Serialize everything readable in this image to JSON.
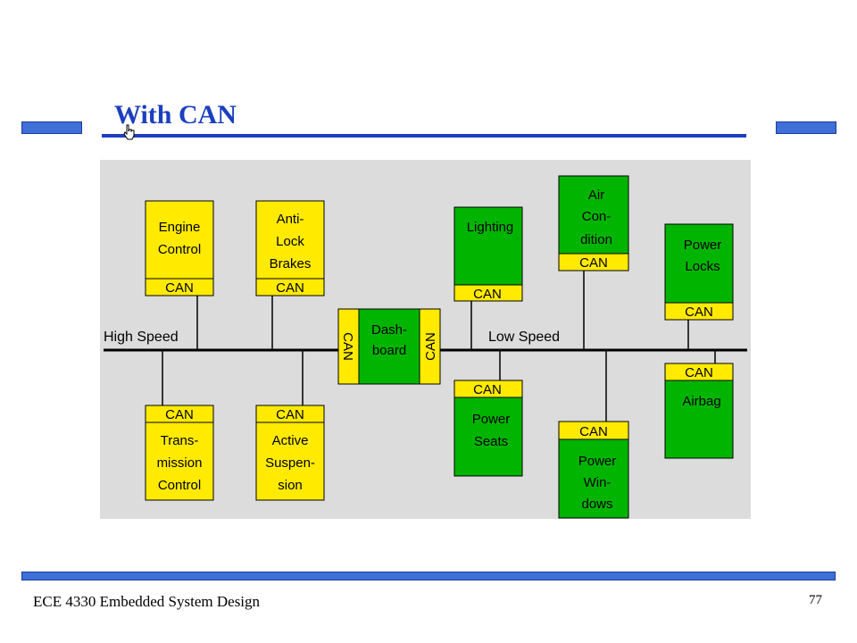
{
  "slide": {
    "title": "With CAN",
    "footer_left": "ECE 4330 Embedded System Design",
    "page_number": "77"
  },
  "colors": {
    "accent": "#3f6fd8",
    "title": "#1b3fbf",
    "high_speed_node": "#ffea00",
    "low_speed_node": "#00b400",
    "panel": "#dcdcdc"
  },
  "diagram": {
    "bus_labels": {
      "high_speed": "High Speed",
      "low_speed": "Low Speed"
    },
    "can_label": "CAN",
    "nodes": [
      {
        "id": "engine-control",
        "lines": [
          "Engine",
          "Control"
        ]
      },
      {
        "id": "anti-lock-brakes",
        "lines": [
          "Anti-",
          "Lock",
          "Brakes"
        ]
      },
      {
        "id": "transmission-control",
        "lines": [
          "Trans-",
          "mission",
          "Control"
        ]
      },
      {
        "id": "active-suspension",
        "lines": [
          "Active",
          "Suspen-",
          "sion"
        ]
      },
      {
        "id": "dashboard",
        "lines": [
          "Dash-",
          "board"
        ]
      },
      {
        "id": "lighting",
        "lines": [
          "Lighting"
        ]
      },
      {
        "id": "air-condition",
        "lines": [
          "Air",
          "Con-",
          "dition"
        ]
      },
      {
        "id": "power-locks",
        "lines": [
          "Power",
          "Locks"
        ]
      },
      {
        "id": "power-seats",
        "lines": [
          "Power",
          "Seats"
        ]
      },
      {
        "id": "power-windows",
        "lines": [
          "Power",
          "Win-",
          "dows"
        ]
      },
      {
        "id": "airbag",
        "lines": [
          "Airbag"
        ]
      }
    ]
  }
}
